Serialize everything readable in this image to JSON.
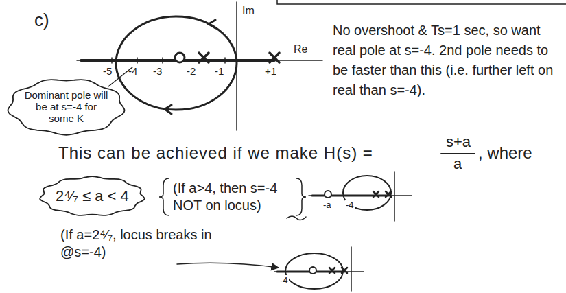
{
  "diagram": {
    "nodes": [
      {
        "text": [
          "Dominant pole will be at s=-4 for some K"
        ]
      },
      {
        "text": [
          "2⁴⁄₇ ≤ a < 4"
        ]
      }
    ],
    "labels": [
      "c)",
      "Im",
      "Re",
      "-5",
      "-4",
      "-3",
      "-2",
      "-1",
      "+1",
      "No overshoot & Ts=1 sec, so want real pole at s=-4. 2nd pole needs to be faster than this (i.e. further left on real than s=-4).",
      "This can be achieved if we make H(s) =",
      "s+a",
      "a",
      ", where",
      "(If a>4, then s=-4 NOT on locus)",
      "-a",
      "-4",
      "(If a=2⁴⁄₇, locus breaks in @s=-4)",
      "-4"
    ]
  }
}
